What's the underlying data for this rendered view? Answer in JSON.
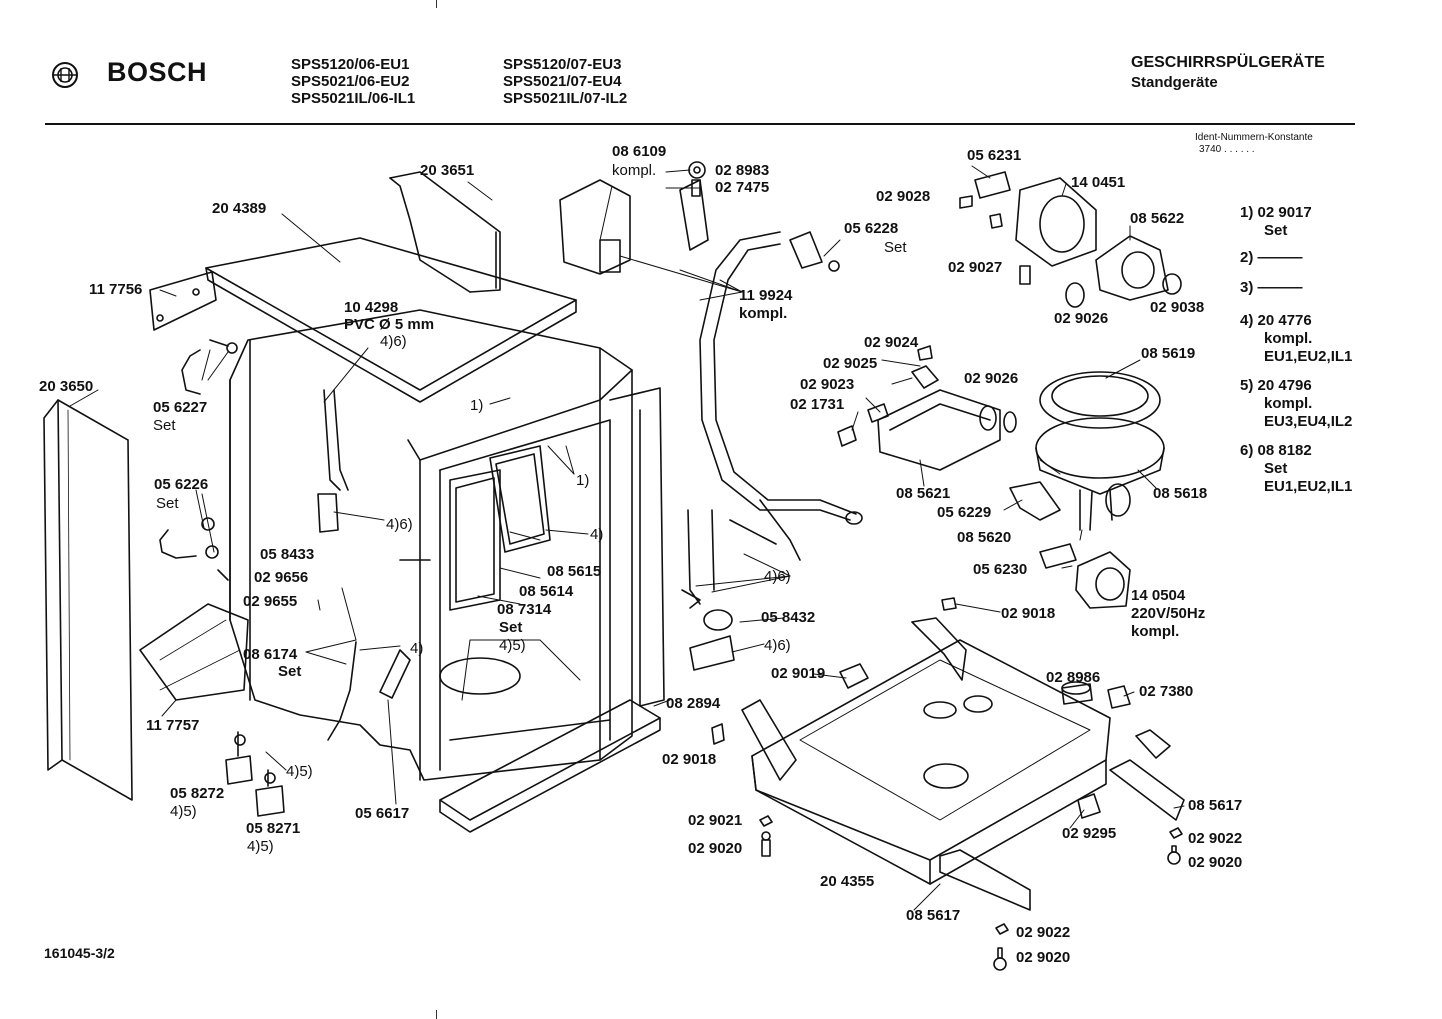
{
  "header": {
    "brand": "BOSCH",
    "models_col1": [
      "SPS5120/06-EU1",
      "SPS5021/06-EU2",
      "SPS5021IL/06-IL1"
    ],
    "models_col2": [
      "SPS5120/07-EU3",
      "SPS5021/07-EU4",
      "SPS5021IL/07-IL2"
    ],
    "title": "GESCHIRRSPÜLGERÄTE",
    "subtitle": "Standgeräte",
    "ident_label": "Ident-Nummern-Konstante",
    "ident_value": "3740  . .   . . . ."
  },
  "notes": [
    {
      "num": "1)",
      "lines": [
        "02 9017",
        "Set"
      ]
    },
    {
      "num": "2)",
      "lines": [
        "———"
      ]
    },
    {
      "num": "3)",
      "lines": [
        "———"
      ]
    },
    {
      "num": "4)",
      "lines": [
        "20 4776",
        "kompl.",
        "EU1,EU2,IL1"
      ]
    },
    {
      "num": "5)",
      "lines": [
        "20 4796",
        "kompl.",
        "EU3,EU4,IL2"
      ]
    },
    {
      "num": "6)",
      "lines": [
        "08 8182",
        "Set",
        "EU1,EU2,IL1"
      ]
    }
  ],
  "labels": {
    "l203651": "20 3651",
    "l204389": "20 4389",
    "l117756": "11 7756",
    "l104298": "10 4298",
    "pvc": "PVC Ø 5 mm",
    "l46a": "4)6)",
    "l203650": "20 3650",
    "l056227": "05 6227",
    "set1": "Set",
    "l1a": "1)",
    "l1b": "1)",
    "l056226": "05 6226",
    "set2": "Set",
    "l46b": "4)6)",
    "l4a": "4)",
    "l058433": "05 8433",
    "l085615": "08 5615",
    "l029656": "02 9656",
    "l085614": "08 5614",
    "l029655": "02 9655",
    "l087314": "08 7314",
    "set3": "Set",
    "l45a": "4)5)",
    "l086174": "08 6174",
    "set4": "Set",
    "l4b": "4)",
    "l117757": "11 7757",
    "l45b": "4)5)",
    "l058272": "05 8272",
    "l45c": "4)5)",
    "l058271": "05 8271",
    "l45d": "4)5)",
    "l056617": "05 6617",
    "l086109": "08 6109",
    "kompl1": "kompl.",
    "l028983": "02 8983",
    "l027475": "02 7475",
    "l119924": "11 9924",
    "kompl2": "kompl.",
    "l056231": "05 6231",
    "l029028": "02 9028",
    "l140451": "14 0451",
    "l056228": "05 6228",
    "set5": "Set",
    "l085622": "08 5622",
    "l029027": "02 9027",
    "l029026a": "02 9026",
    "l029038": "02 9038",
    "l029024": "02 9024",
    "l029025": "02 9025",
    "l085619": "08 5619",
    "l029023": "02 9023",
    "l029026b": "02 9026",
    "l021731": "02 1731",
    "l085621": "08 5621",
    "l085618": "08 5618",
    "l056229": "05 6229",
    "l085620": "08 5620",
    "l056230": "05 6230",
    "l46c": "4)6)",
    "l140504": "14 0504",
    "volt": "220V/50Hz",
    "kompl3": "kompl.",
    "l058432": "05 8432",
    "l029018a": "02 9018",
    "l46d": "4)6)",
    "l029019": "02 9019",
    "l028986": "02 8986",
    "l027380": "02 7380",
    "l082894": "08 2894",
    "l029018b": "02 9018",
    "l085617a": "08 5617",
    "l029021": "02 9021",
    "l029295": "02 9295",
    "l029022a": "02 9022",
    "l029020a": "02 9020",
    "l029020b": "02 9020",
    "l204355": "20 4355",
    "l085617b": "08 5617",
    "l029022b": "02 9022",
    "l029020c": "02 9020"
  },
  "footer": {
    "doc_number": "161045-3/2"
  }
}
